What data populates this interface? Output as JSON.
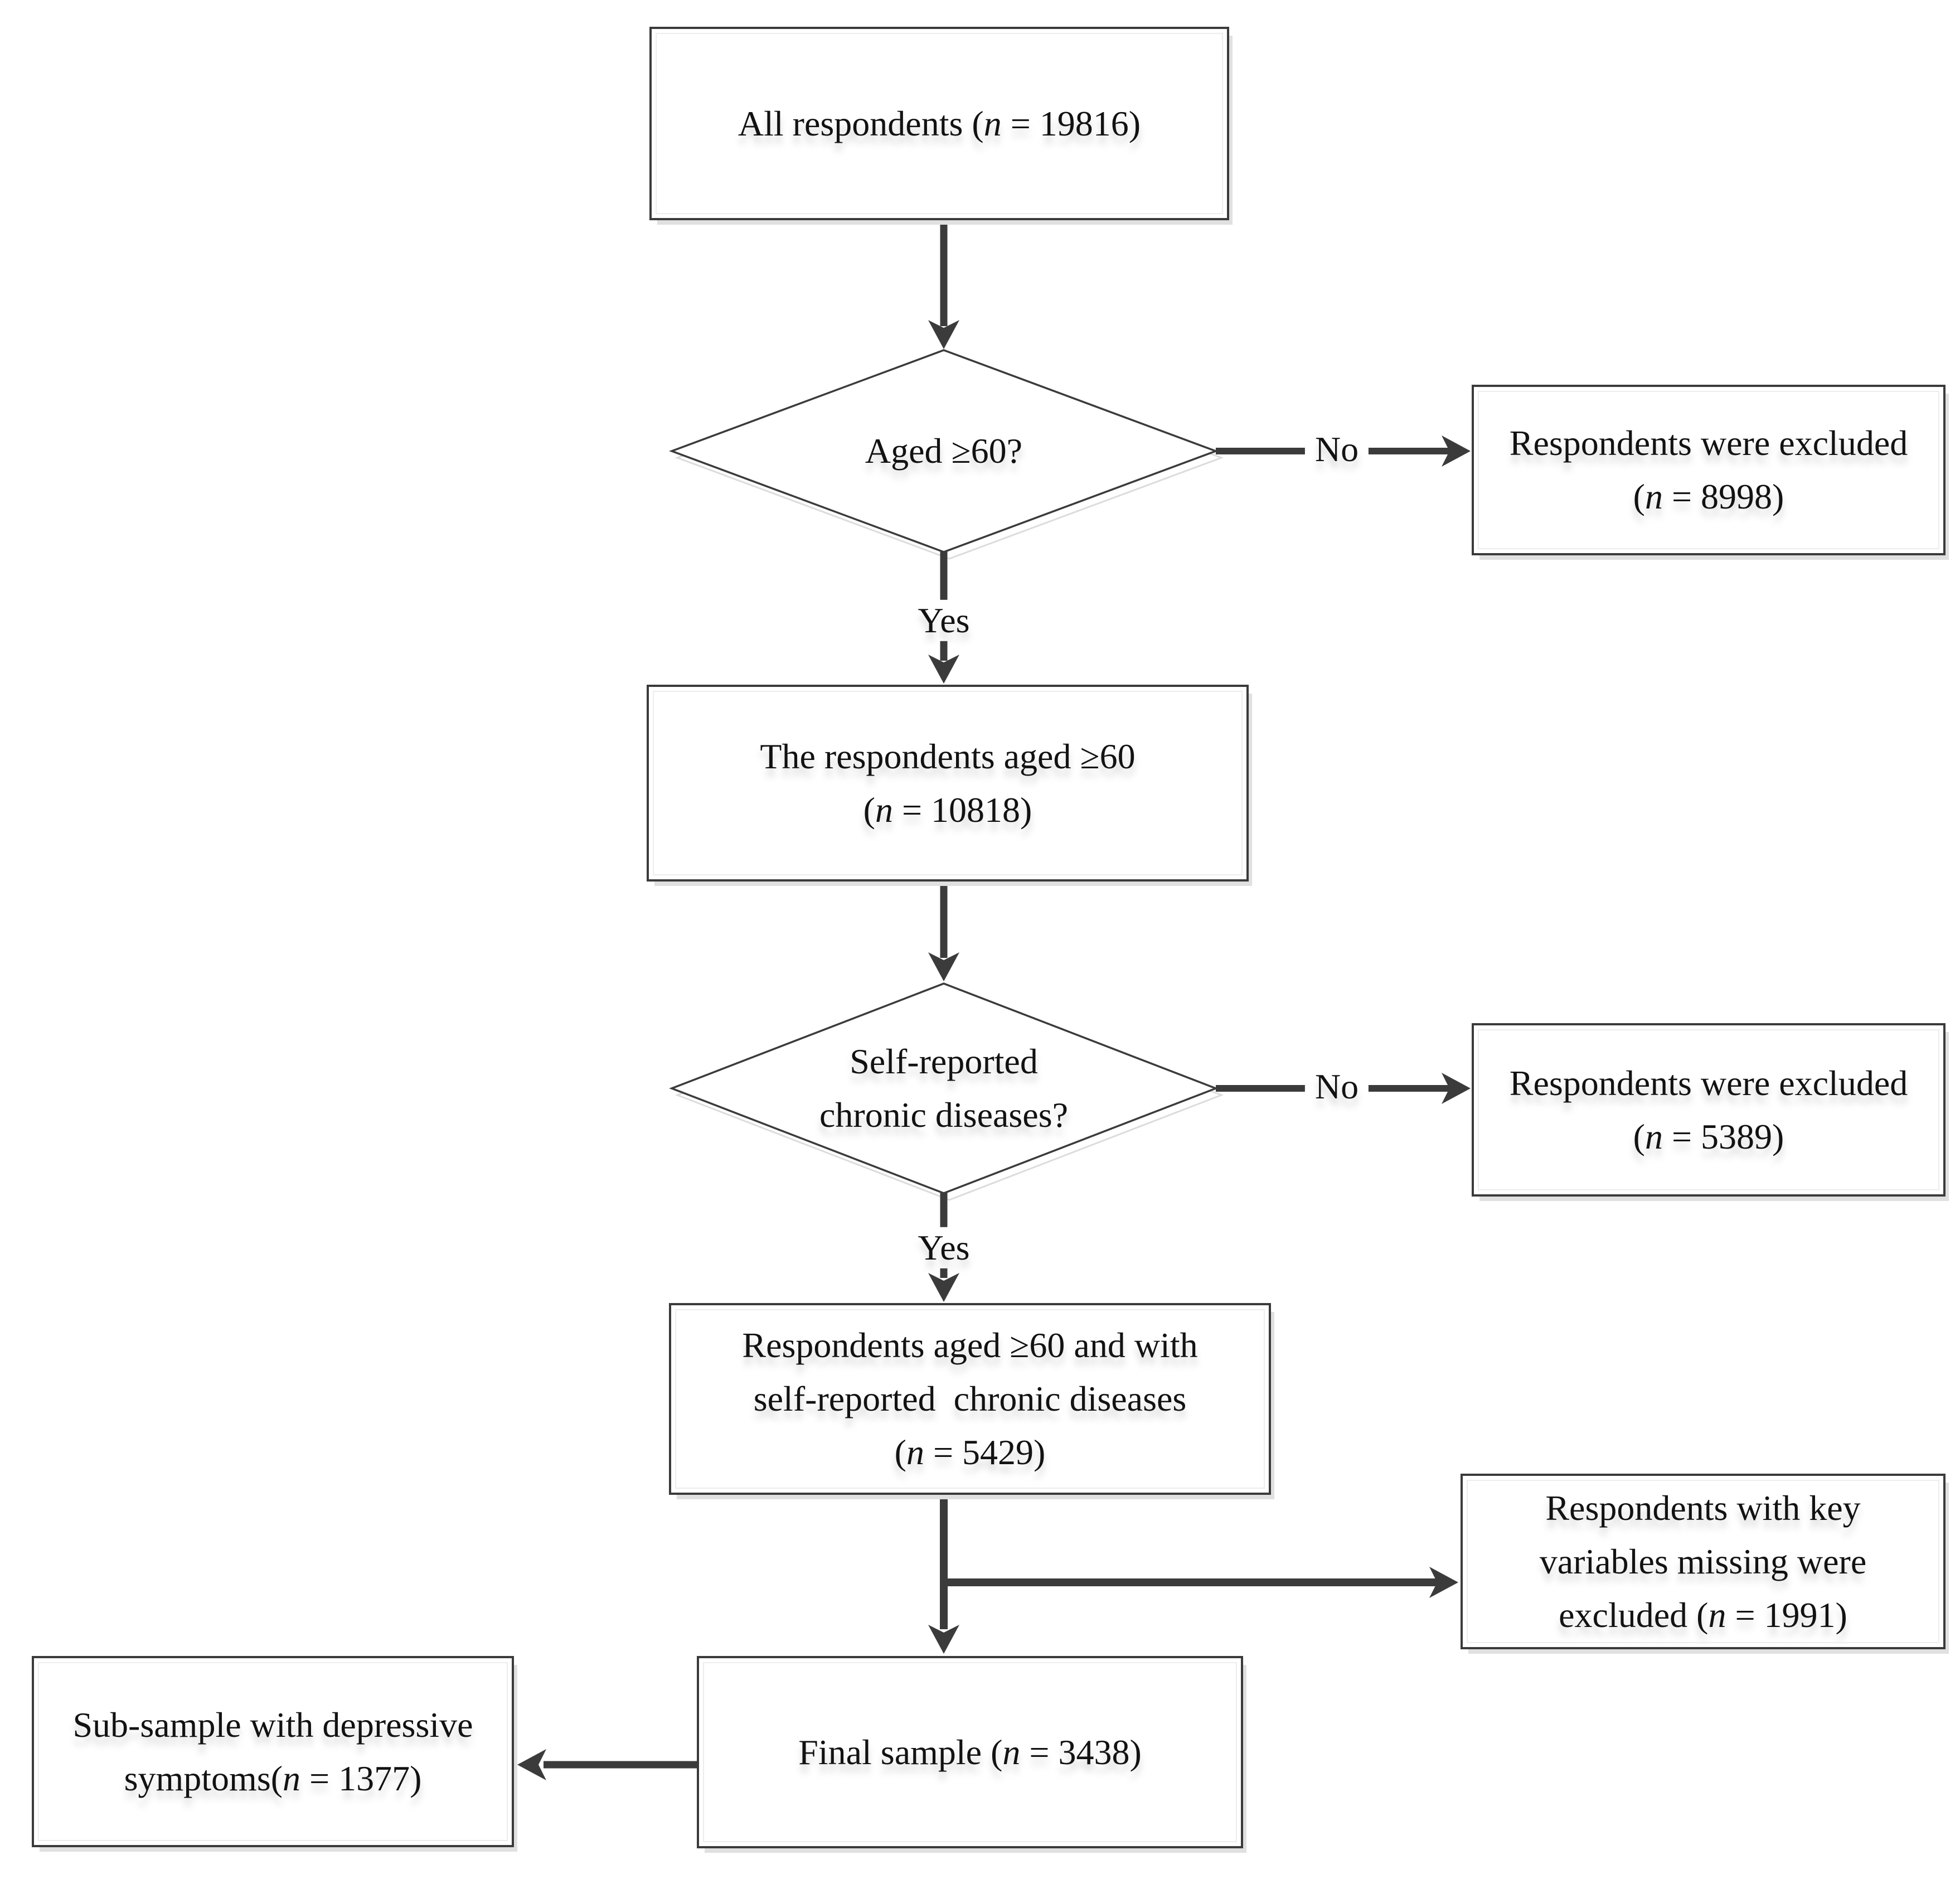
{
  "figure": {
    "type": "flowchart",
    "colors": {
      "background": "#ffffff",
      "line": "#3b3b3b",
      "border": "#3b3b3b",
      "text": "#121212",
      "ghost": "#e0e0e0"
    }
  },
  "nodes": {
    "all_respondents": {
      "shape": "rect",
      "lines": [
        "All respondents (n = 19816)"
      ]
    },
    "aged_decision": {
      "shape": "diamond",
      "lines": [
        "Aged ≥60?"
      ]
    },
    "excluded_age": {
      "shape": "rect",
      "lines": [
        "Respondents were excluded",
        "(n = 8998)"
      ]
    },
    "aged_60": {
      "shape": "rect",
      "lines": [
        "The respondents aged ≥60",
        "(n = 10818)"
      ]
    },
    "chronic_decision": {
      "shape": "diamond",
      "lines": [
        "Self-reported",
        "chronic diseases?"
      ]
    },
    "excluded_chronic": {
      "shape": "rect",
      "lines": [
        "Respondents were excluded",
        "(n = 5389)"
      ]
    },
    "aged_chronic": {
      "shape": "rect",
      "lines": [
        "Respondents aged ≥60 and with",
        "self-reported  chronic diseases",
        "(n = 5429)"
      ]
    },
    "excluded_missing": {
      "shape": "rect",
      "lines": [
        "Respondents with key",
        "variables missing were",
        "excluded (n = 1991)"
      ]
    },
    "final_sample": {
      "shape": "rect",
      "lines": [
        "Final sample (n = 3438)"
      ]
    },
    "subsample": {
      "shape": "rect",
      "lines": [
        "Sub-sample with depressive",
        "symptoms(n = 1377)"
      ]
    }
  },
  "edge_labels": {
    "no_age": "No",
    "yes_age": "Yes",
    "no_chronic": "No",
    "yes_chronic": "Yes"
  }
}
